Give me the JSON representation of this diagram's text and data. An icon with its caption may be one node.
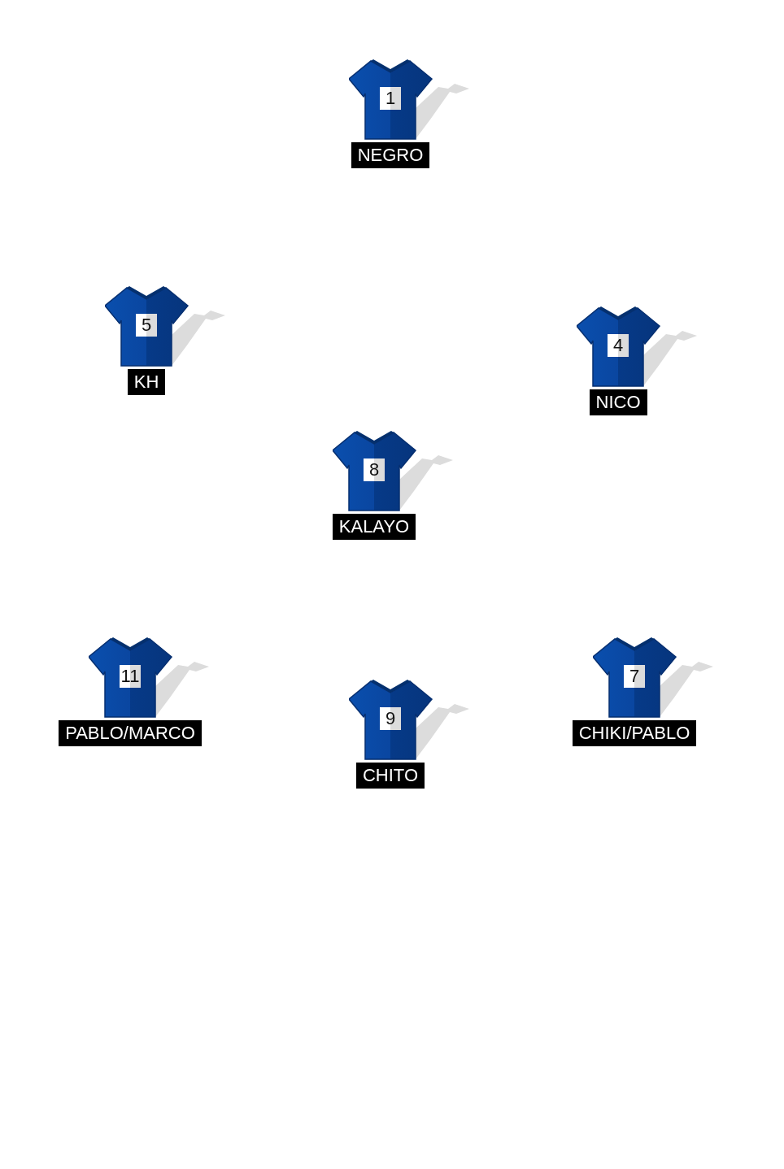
{
  "diagram": {
    "nodes": [
      {
        "text": [
          "1",
          "NEGRO"
        ]
      },
      {
        "text": [
          "5",
          "KH"
        ]
      },
      {
        "text": [
          "4",
          "NICO"
        ]
      },
      {
        "text": [
          "8",
          "KALAYO"
        ]
      },
      {
        "text": [
          "11",
          "PABLO/MARCO"
        ]
      },
      {
        "text": [
          "9",
          "CHITO"
        ]
      },
      {
        "text": [
          "7",
          "CHIKI/PABLO"
        ]
      }
    ]
  }
}
